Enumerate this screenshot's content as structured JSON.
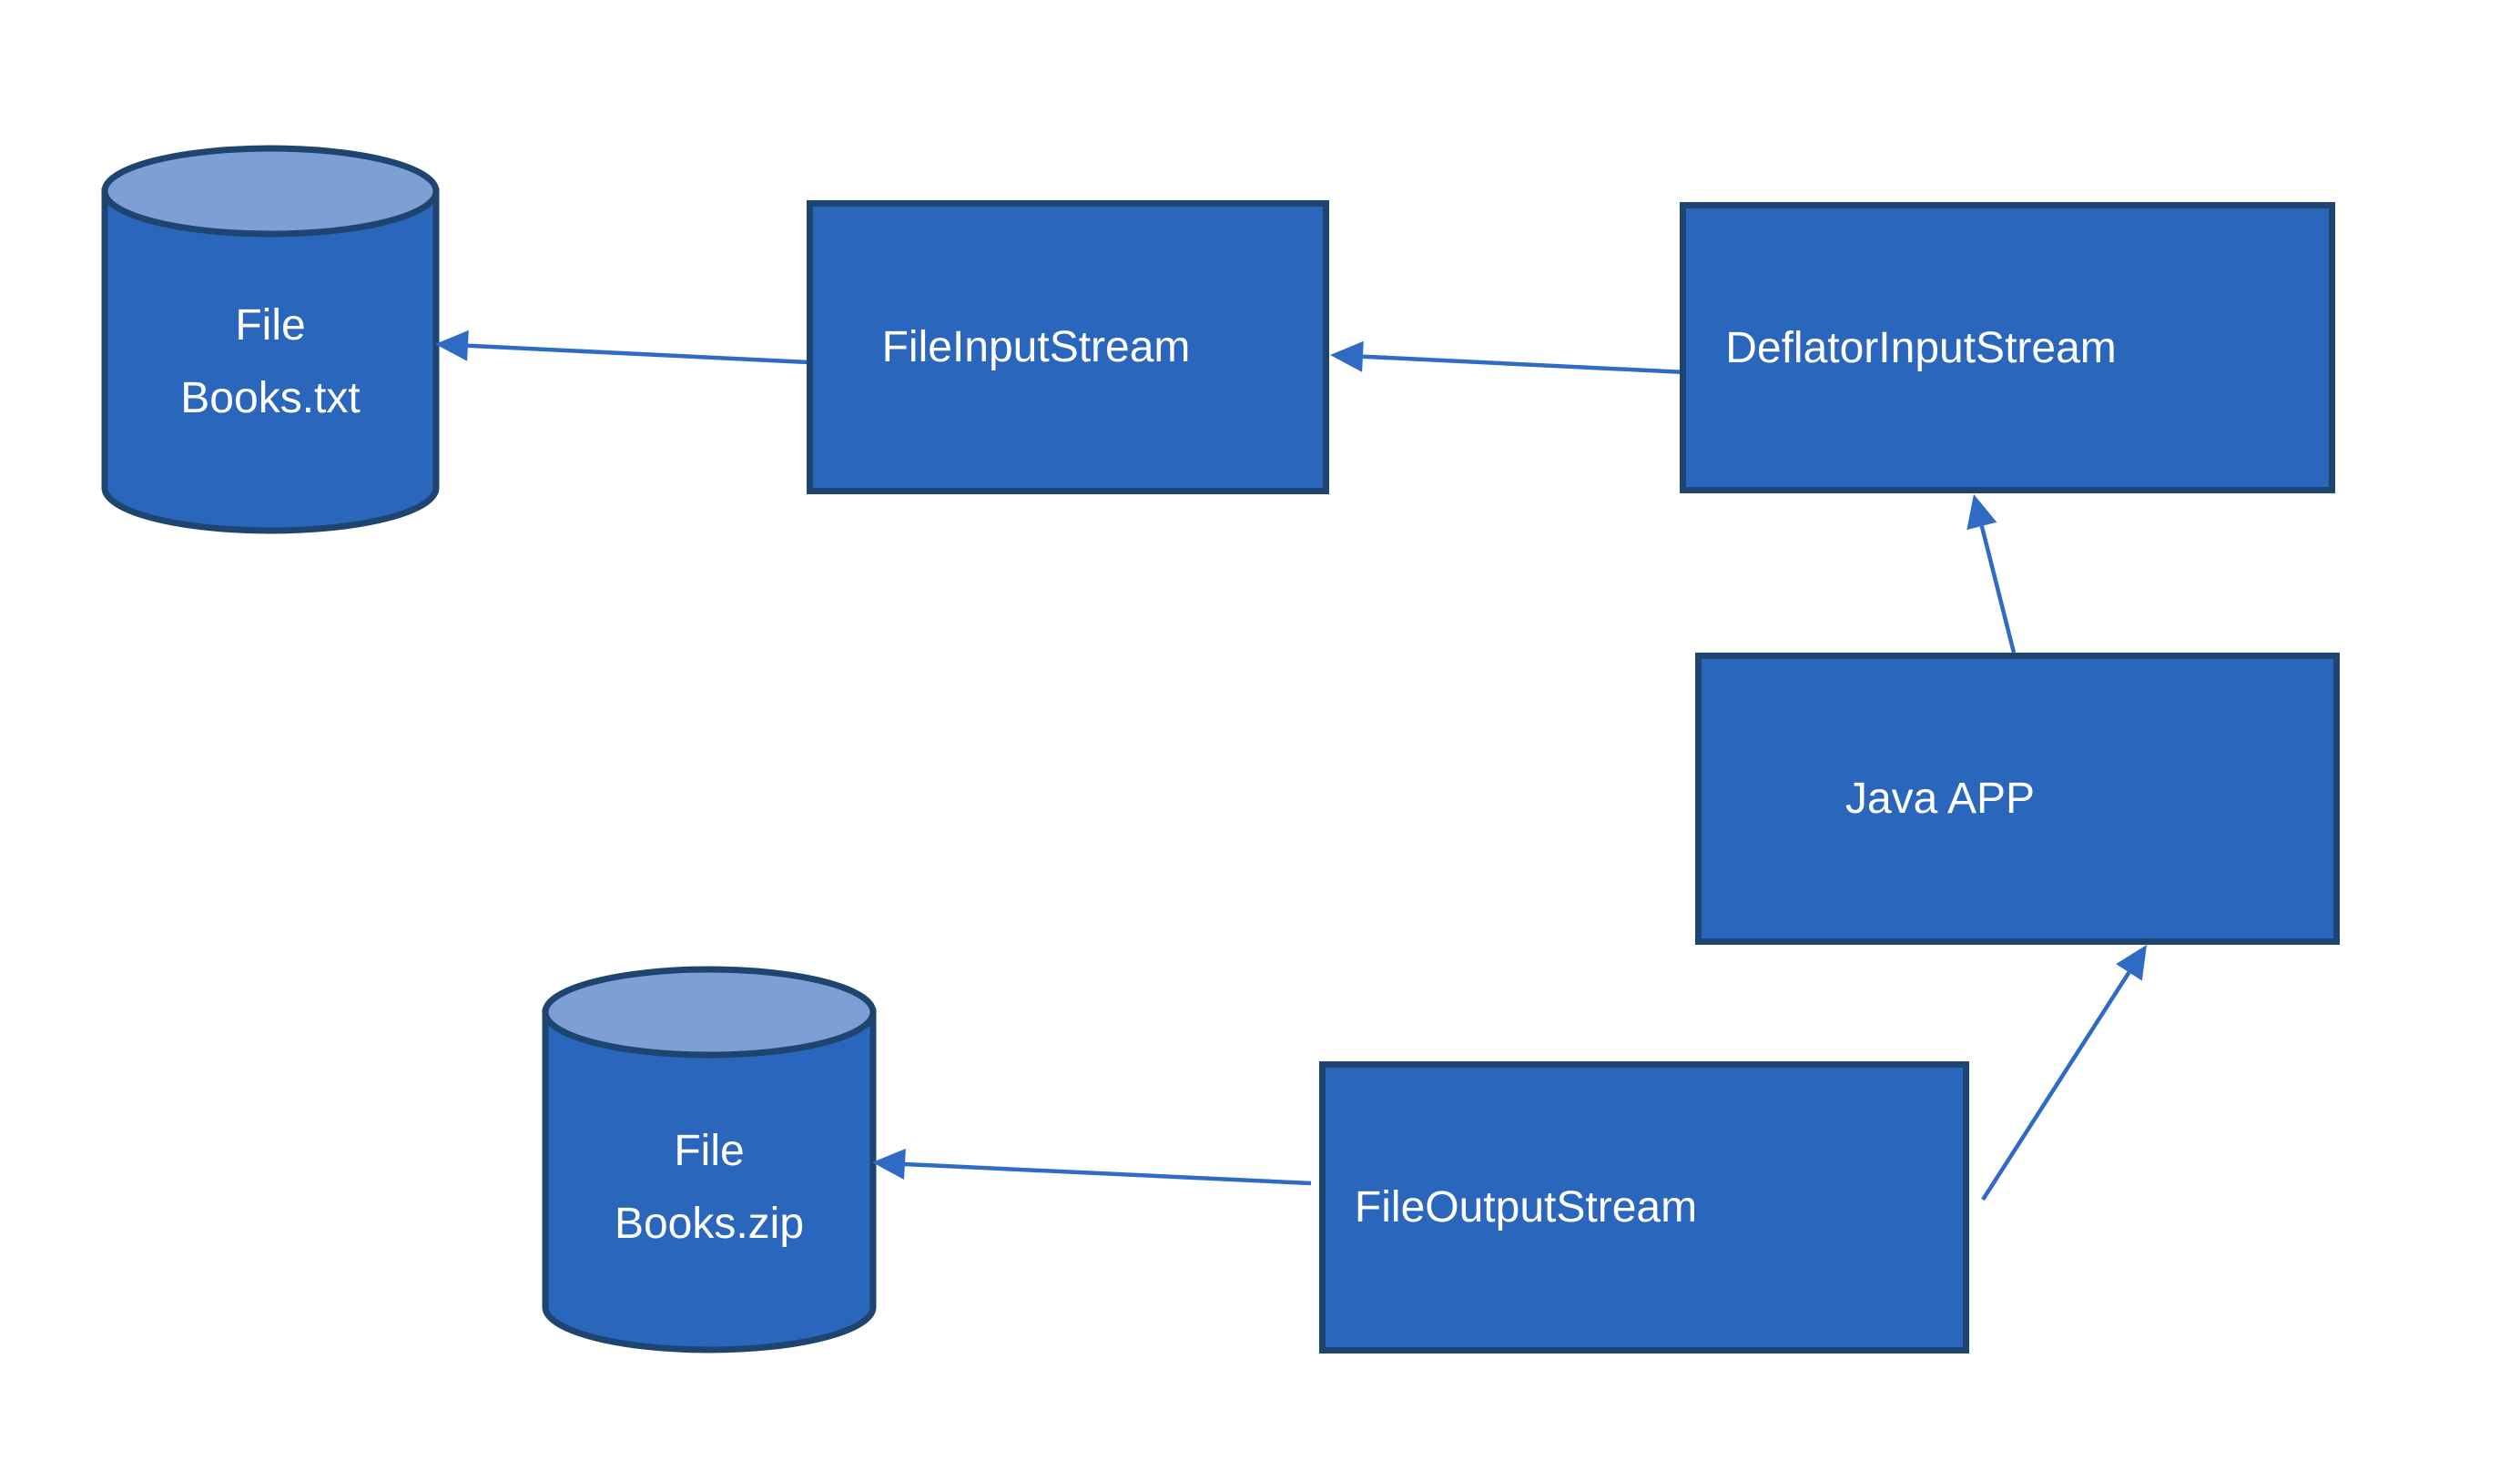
{
  "colors": {
    "shape_fill": "#2B66BD",
    "shape_stroke": "#1E4470",
    "cylinder_top_fill": "#7E9FD4",
    "arrow": "#2F6AC4",
    "label_text": "#FFFFFF",
    "background": "#FFFFFF"
  },
  "nodes": {
    "books_txt": {
      "shape": "cylinder",
      "lines": [
        "File",
        "Books.txt"
      ]
    },
    "file_input_stream": {
      "shape": "rectangle",
      "label": "FileInputStream"
    },
    "deflator_input_stream": {
      "shape": "rectangle",
      "label": "DeflatorInputStream"
    },
    "java_app": {
      "shape": "rectangle",
      "label": "Java APP"
    },
    "file_output_stream": {
      "shape": "rectangle",
      "label": "FileOutputStream"
    },
    "books_zip": {
      "shape": "cylinder",
      "lines": [
        "File",
        "Books.zip"
      ]
    }
  },
  "edges": [
    {
      "from": "file_input_stream",
      "to": "books_txt"
    },
    {
      "from": "deflator_input_stream",
      "to": "file_input_stream"
    },
    {
      "from": "java_app",
      "to": "deflator_input_stream"
    },
    {
      "from": "file_output_stream",
      "to": "java_app"
    },
    {
      "from": "file_output_stream",
      "to": "books_zip"
    }
  ]
}
